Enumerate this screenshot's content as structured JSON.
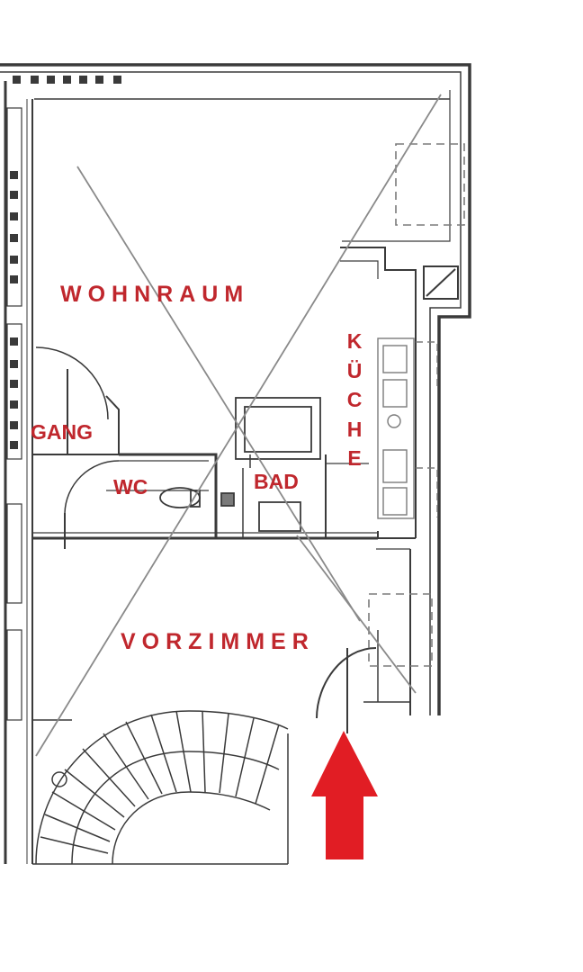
{
  "rooms": {
    "wohnraum": "WOHNRAUM",
    "kueche": "KÜCHE",
    "gang": "GANG",
    "wc": "WC",
    "bad": "BAD",
    "vorzimmer": "VORZIMMER"
  },
  "colors": {
    "label": "#c0272d",
    "arrow": "#e11d24",
    "wall": "#3a3a3a",
    "fixture": "#7a7a7a"
  },
  "icons": {
    "entrance_arrow": "arrow-up-icon",
    "staircase": "spiral-staircase-icon"
  }
}
